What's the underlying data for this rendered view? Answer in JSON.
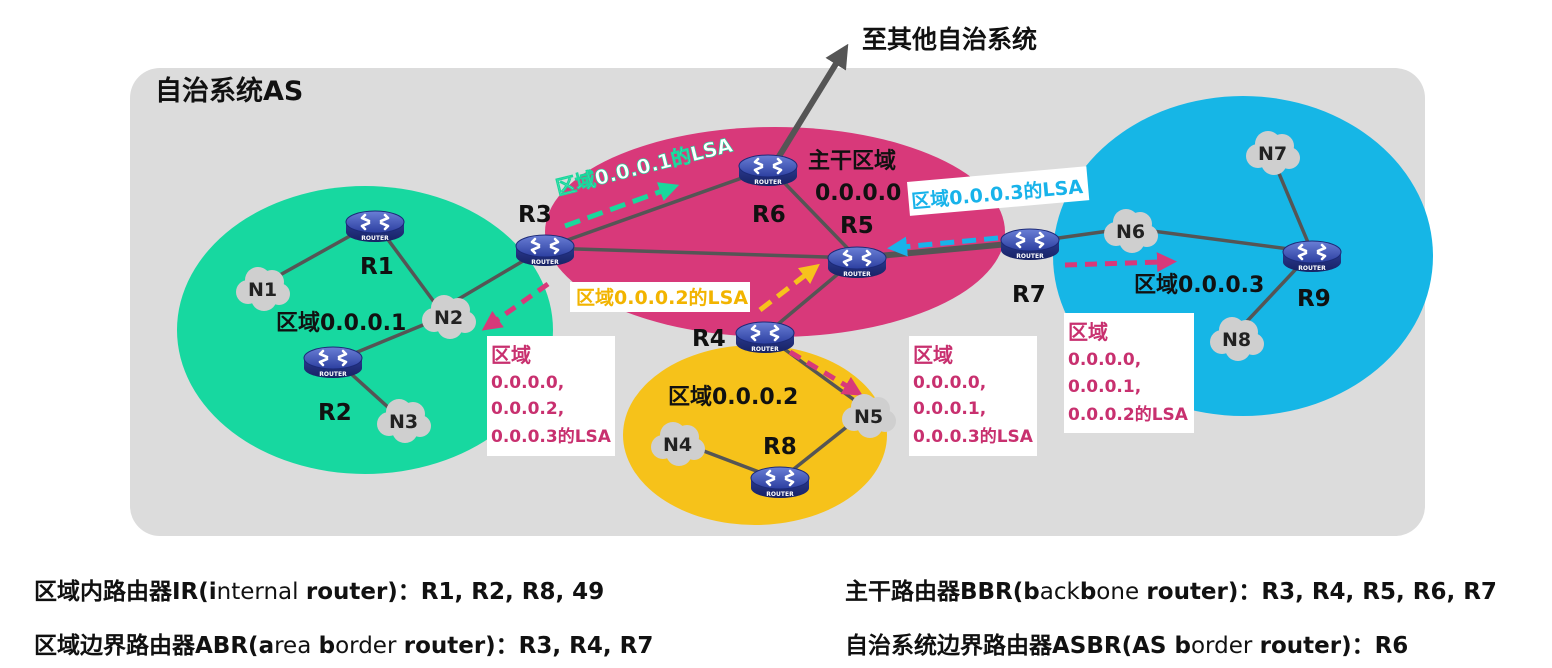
{
  "diagram": {
    "to_other_as": "至其他自治系统",
    "as_title": "自治系统AS",
    "areas": {
      "area1": "区域0.0.0.1",
      "backbone": [
        "主干区域",
        "0.0.0.0"
      ],
      "area2": "区域0.0.0.2",
      "area3": "区域0.0.0.3"
    },
    "routers": [
      "R1",
      "R2",
      "R3",
      "R4",
      "R5",
      "R6",
      "R7",
      "R8",
      "R9"
    ],
    "router_badge": "ROUTER",
    "networks": [
      "N1",
      "N2",
      "N3",
      "N4",
      "N5",
      "N6",
      "N7",
      "N8"
    ],
    "lsa_arrow_labels": {
      "area1": "区域0.0.0.1的LSA",
      "area2": "区域0.0.0.2的LSA",
      "area3": "区域0.0.0.3的LSA"
    },
    "lsa_boxes": {
      "box_r3": [
        "区域",
        "0.0.0.0,",
        "0.0.0.2,",
        "0.0.0.3的LSA"
      ],
      "box_r4": [
        "区域",
        "0.0.0.0,",
        "0.0.0.1,",
        "0.0.0.3的LSA"
      ],
      "box_r7": [
        "区域",
        "0.0.0.0,",
        "0.0.0.1,",
        "0.0.0.2的LSA"
      ]
    },
    "colors": {
      "as_bg": "#dcdcdc",
      "area1": "#17d8a0",
      "backbone": "#d8397a",
      "area2": "#f6c21a",
      "area3": "#16b6e6",
      "router": "#2c3fa0",
      "cloud": "#cfcfcf",
      "lsa_text": "#c8306f",
      "arrow_area1": "#1ad79c",
      "arrow_area2": "#f7c21c",
      "arrow_area3": "#18b3ea",
      "arrow_pink": "#d8397a"
    }
  },
  "captions": {
    "ir": [
      "区域内路由器IR(",
      "i",
      "nternal ",
      "r",
      "outer)：R1, R2, R8, 49"
    ],
    "bbr": [
      "主干路由器BBR(",
      "b",
      "ack",
      "b",
      "one ",
      "r",
      "outer)：R3, R4, R5, R6, R7"
    ],
    "abr": [
      "区域边界路由器ABR(",
      "a",
      "rea ",
      "b",
      "order ",
      "r",
      "outer)：R3, R4, R7"
    ],
    "asbr": [
      "自治系统边界路由器ASBR(",
      "AS ",
      "b",
      "order ",
      "r",
      "outer)：R6"
    ]
  }
}
